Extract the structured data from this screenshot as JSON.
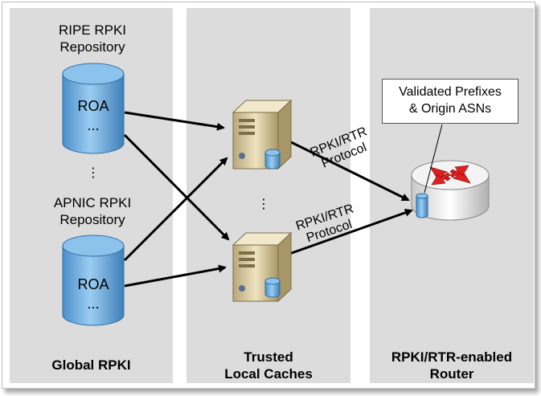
{
  "columns": {
    "global": {
      "title": "Global RPKI"
    },
    "caches": {
      "title_line1": "Trusted",
      "title_line2": "Local Caches"
    },
    "router": {
      "title_line1": "RPKI/RTR-enabled",
      "title_line2": "Router"
    }
  },
  "repositories": [
    {
      "name_line1": "RIPE RPKI",
      "name_line2": "Repository",
      "object": "ROA",
      "more": "..."
    },
    {
      "name_line1": "APNIC RPKI",
      "name_line2": "Repository",
      "object": "ROA",
      "more": "..."
    }
  ],
  "ellipsis": {
    "repositories": "⋮",
    "caches": "⋮"
  },
  "protocol_labels": [
    {
      "line1": "RPKI/RTR",
      "line2": "Protocol"
    },
    {
      "line1": "RPKI/RTR",
      "line2": "Protocol"
    }
  ],
  "callout": {
    "line1": "Validated Prefixes",
    "line2": "& Origin ASNs"
  },
  "colors": {
    "panel": "#dcdcdc",
    "cylinder": "#6aaee0",
    "arrow": "#000000",
    "router_arrows": "#e02020",
    "server": "#d8c79a"
  },
  "icons": [
    "database-icon",
    "server-icon",
    "router-icon",
    "arrow-icon"
  ]
}
